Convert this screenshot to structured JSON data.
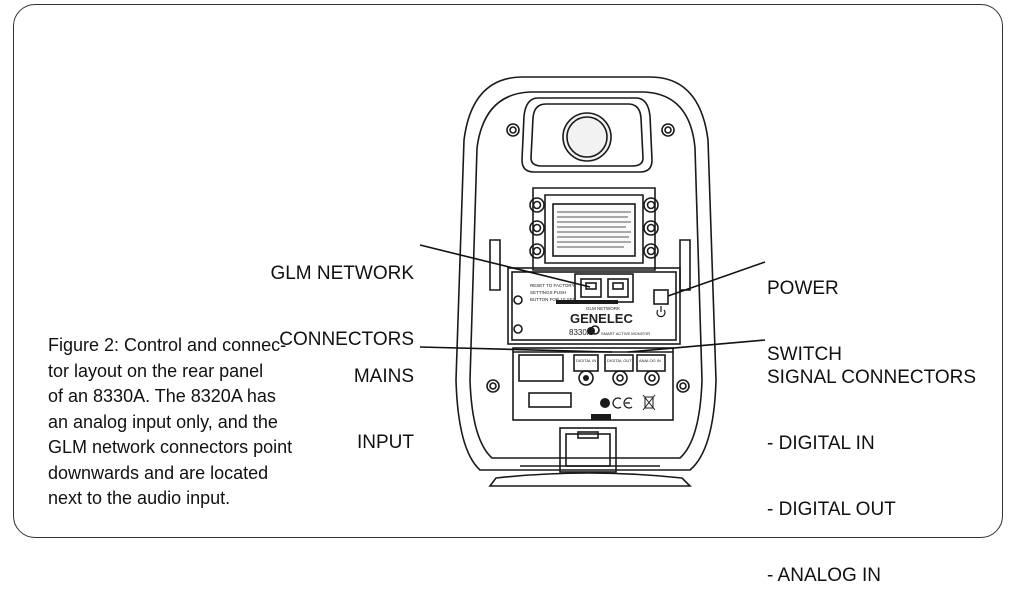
{
  "callouts": {
    "glm_network": [
      "GLM NETWORK",
      "CONNECTORS"
    ],
    "power_switch": [
      "POWER",
      "SWITCH"
    ],
    "mains_input": [
      "MAINS",
      "INPUT"
    ],
    "signal_connectors": [
      "SIGNAL CONNECTORS",
      "- DIGITAL IN",
      "- DIGITAL OUT",
      "- ANALOG IN"
    ]
  },
  "caption_lines": [
    "Figure 2: Control and connec-",
    "tor layout on the rear panel",
    "of an 8330A. The 8320A has",
    "an analog input only, and the",
    "GLM network connectors point",
    "downwards and are located",
    "next to the audio input."
  ],
  "panel": {
    "brand": "GENELEC",
    "model": "8330A",
    "model_subtitle": "SMART ACTIVE MONITOR",
    "network_label": "GLM NETWORK",
    "reset_note": [
      "RESET TO FACTORY",
      "SETTINGS PUSH",
      "BUTTON FOR 10 SEC"
    ],
    "connector_labels": [
      "DIGITAL IN",
      "DIGITAL OUT",
      "ANALOG IN"
    ]
  },
  "icons": [
    "power-icon",
    "ce-mark-icon",
    "weee-bin-icon"
  ]
}
